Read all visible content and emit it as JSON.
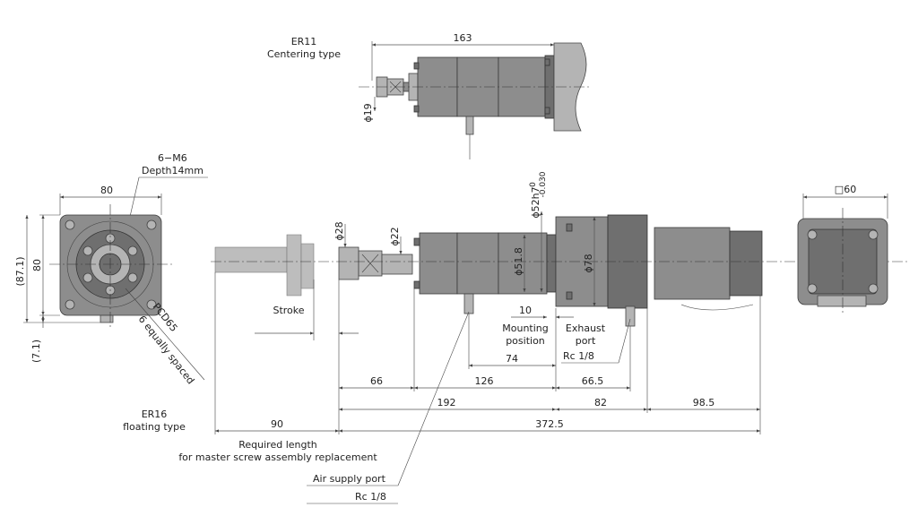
{
  "er11": {
    "title": "ER11",
    "subtitle": "Centering type",
    "dim_length": "163",
    "dim_dia": "ϕ19"
  },
  "er16": {
    "title": "ER16",
    "subtitle": "floating type"
  },
  "front_view": {
    "thread_spec": "6−M6",
    "thread_depth": "Depth14mm",
    "width": "80",
    "height": "80",
    "ref_height": "(87.1)",
    "ref_offset": "(7.1)",
    "pcd": "PCD65",
    "spacing_note": "6 equally spaced"
  },
  "side_view": {
    "dia_28": "ϕ28",
    "dia_22": "ϕ22",
    "dia_52": "ϕ52h7",
    "tol_upper": "0",
    "tol_lower": "-0.030",
    "dia_51_8": "ϕ51.8",
    "dia_78": "ϕ78",
    "stroke": "Stroke",
    "dim_10": "10",
    "mounting_position": [
      "Mounting",
      "position"
    ],
    "exhaust_port": [
      "Exhaust",
      "port"
    ],
    "exhaust_thread": "Rc 1/8",
    "dim_74": "74",
    "dim_66": "66",
    "dim_126": "126",
    "dim_66_5": "66.5",
    "dim_192": "192",
    "dim_82": "82",
    "dim_98_5": "98.5",
    "dim_90": "90",
    "dim_372_5": "372.5",
    "required_length": [
      "Required length",
      "for master screw assembly replacement"
    ],
    "air_supply_port": "Air supply port",
    "air_thread": "Rc 1/8"
  },
  "rear_view": {
    "square": "□60"
  }
}
